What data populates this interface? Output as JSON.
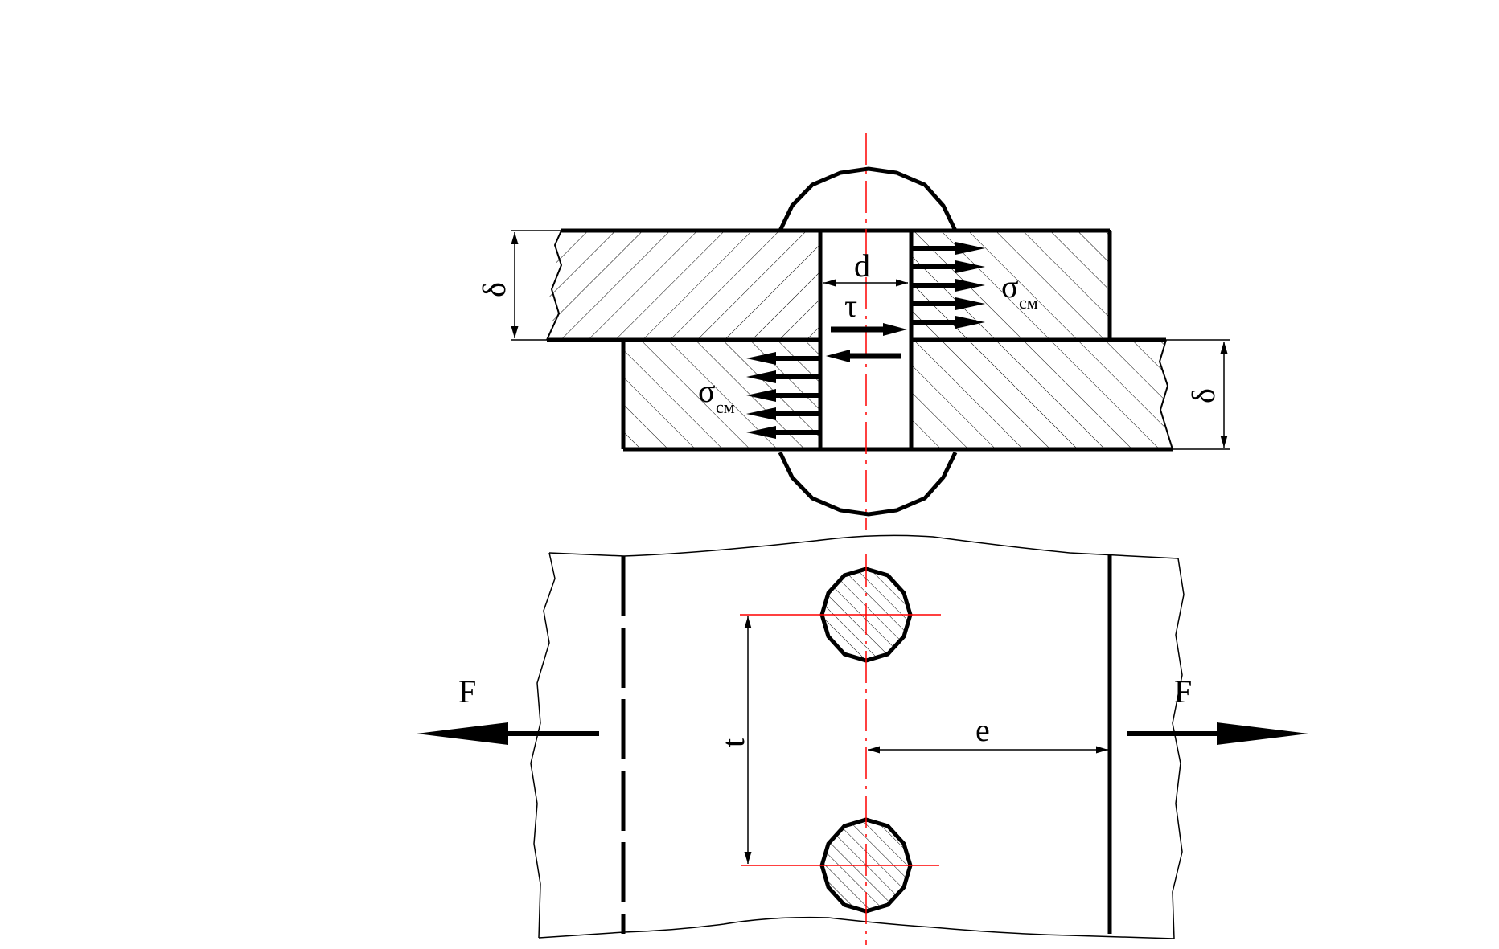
{
  "diagram": {
    "labels": {
      "delta_top": "δ",
      "delta_right": "δ",
      "diameter": "d",
      "tau": "τ",
      "sigma_upper": "σ",
      "sigma_upper_sub": "см",
      "sigma_lower": "σ",
      "sigma_lower_sub": "см",
      "force_left": "F",
      "force_right": "F",
      "pitch": "t",
      "edge_distance": "e"
    },
    "colors": {
      "outline": "#000000",
      "centerline": "#ff0000",
      "background": "#ffffff"
    }
  }
}
